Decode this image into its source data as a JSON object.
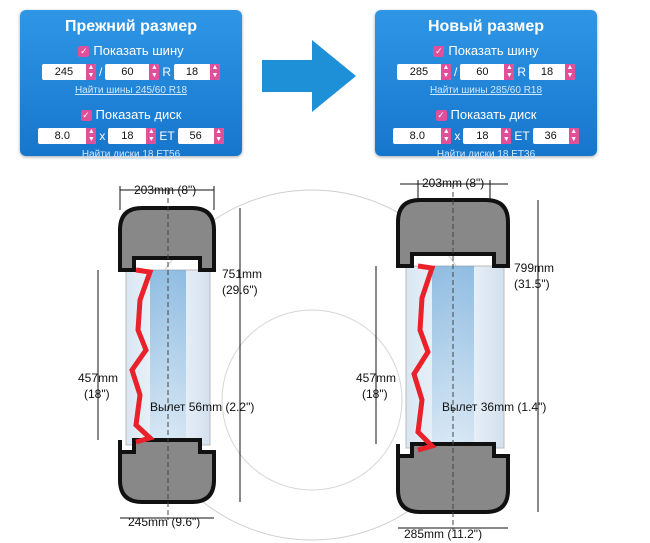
{
  "old": {
    "title": "Прежний размер",
    "show_tire": "Показать шину",
    "width": "245",
    "sep1": "/",
    "profile": "60",
    "r": "R",
    "diameter": "18",
    "tire_link": "Найти шины 245/60 R18",
    "show_rim": "Показать диск",
    "rim_width": "8.0",
    "x": "x",
    "rim_diameter": "18",
    "et_label": "ET",
    "et": "56",
    "rim_link": "Найти диски 18 ET56",
    "dims": {
      "top_width": "203mm (8\")",
      "overall_diameter_mm": "751mm",
      "overall_diameter_in": "(29.6\")",
      "rim_diameter_mm": "457mm",
      "rim_diameter_in": "(18\")",
      "offset": "Вылет 56mm (2.2\")",
      "bottom_width": "245mm (9.6\")"
    }
  },
  "new": {
    "title": "Новый размер",
    "show_tire": "Показать шину",
    "width": "285",
    "sep1": "/",
    "profile": "60",
    "r": "R",
    "diameter": "18",
    "tire_link": "Найти шины 285/60 R18",
    "show_rim": "Показать диск",
    "rim_width": "8.0",
    "x": "x",
    "rim_diameter": "18",
    "et_label": "ET",
    "et": "36",
    "rim_link": "Найти диски 18 ET36",
    "dims": {
      "top_width": "203mm (8\")",
      "overall_diameter_mm": "799mm",
      "overall_diameter_in": "(31.5\")",
      "rim_diameter_mm": "457mm",
      "rim_diameter_in": "(18\")",
      "offset": "Вылет 36mm (1.4\")",
      "bottom_width": "285mm (11.2\")"
    }
  },
  "colors": {
    "panel": "#1e84d8",
    "accent": "#e0509a",
    "arrow": "#1e90d8",
    "rim": "#e8212a",
    "tire": "#777777"
  }
}
